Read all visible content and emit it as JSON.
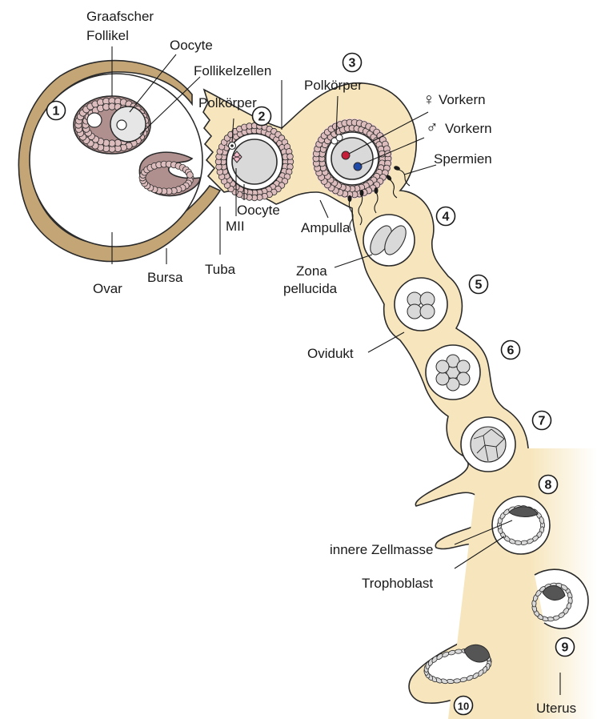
{
  "colors": {
    "tube_fill": "#f7e6bd",
    "tube_outline": "#2a2a2a",
    "bursa_fill": "#c4a676",
    "follicle_cell": "#dcbcbc",
    "follicle_mass": "#b08f8f",
    "zona_fill": "#ffffff",
    "cell_fill": "#d9d9d9",
    "inner_mass": "#555555",
    "female_pronucleus": "#c41e3a",
    "male_pronucleus": "#1f4aa8",
    "uterus_fade": "#ffffff"
  },
  "labels": {
    "graafscher_follikel_1": "Graafscher",
    "graafscher_follikel_2": "Follikel",
    "oocyte_top": "Oocyte",
    "follikelzellen": "Follikelzellen",
    "polkoerper_2": "Polkörper",
    "polkoerper_3": "Polkörper",
    "female_symbol": "♀",
    "female_vorkern": "Vorkern",
    "male_symbol": "♂",
    "male_vorkern": "Vorkern",
    "spermien": "Spermien",
    "oocyte_2": "Oocyte",
    "ampulla": "Ampulla",
    "mii": "MII",
    "tuba": "Tuba",
    "bursa": "Bursa",
    "ovar": "Ovar",
    "zona_1": "Zona",
    "zona_2": "pellucida",
    "ovidukt": "Ovidukt",
    "innere_zellmasse": "innere Zellmasse",
    "trophoblast": "Trophoblast",
    "uterus": "Uterus"
  },
  "stages": [
    "1",
    "2",
    "3",
    "4",
    "5",
    "6",
    "7",
    "8",
    "9",
    "10"
  ]
}
